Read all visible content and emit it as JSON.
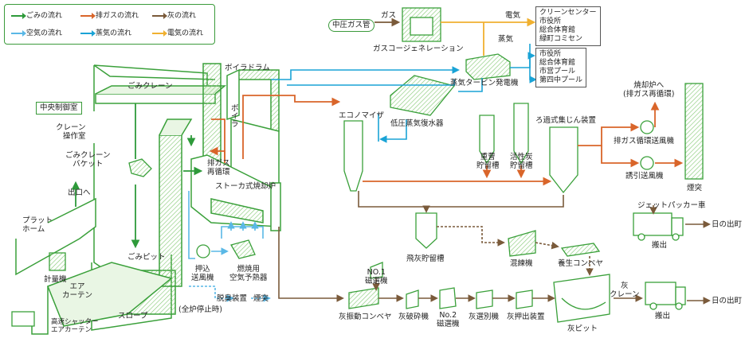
{
  "legend": {
    "waste": "ごみの流れ",
    "exhaust": "排ガスの流れ",
    "ash": "灰の流れ",
    "air": "空気の流れ",
    "steam": "蒸気の流れ",
    "electricity": "電気の流れ"
  },
  "colors": {
    "waste": "#2e9a3a",
    "exhaust": "#d9652a",
    "ash": "#7a5a3a",
    "air": "#5ab8e6",
    "steam": "#1aa3d6",
    "electricity": "#f0b030",
    "structure": "#3aa03a"
  },
  "plant": {
    "central_control": "中央制御室",
    "crane_room": "クレーン\n操作室",
    "waste_crane": "ごみクレーン",
    "crane_bucket": "ごみクレーン\nバケット",
    "exit": "出口へ",
    "platform": "プラット\nホーム",
    "scale": "計量機",
    "air_curtain": "エア\nカーテン",
    "waste_pit": "ごみピット",
    "shutter": "高速シャッター\nエアカーテン",
    "slope": "スロープ",
    "boiler_drum": "ボイラドラム",
    "boiler": "ボ\nイ\nラ",
    "exhaust_recirc": "排ガス\n再循環",
    "stoker": "ストーカ式焼却炉",
    "push_fan": "押込\n送風機",
    "air_preheater": "燃焼用\n空気予熱器",
    "deodorizer": "脱臭装置",
    "stack_out": "煙突",
    "full_stop": "(全炉停止時)",
    "gas_label": "ガス",
    "medium_gas": "中圧ガス管",
    "cogeneration": "ガスコージェネレーション",
    "electricity_label": "電気",
    "steam_label": "蒸気",
    "turbine": "蒸気タービン発電機",
    "condenser": "低圧蒸気復水器",
    "economizer": "エコノマイザ",
    "bag_filter": "ろ過式集じん装置",
    "soda_silo": "重曹\n貯留槽",
    "carbon_silo": "活性炭\n貯留槽",
    "to_incinerator": "焼却炉へ\n(排ガス再循環)",
    "recirc_fan": "排ガス循環送風機",
    "induced_fan": "誘引送風機",
    "chimney": "煙突",
    "fly_ash_silo": "飛灰貯留槽",
    "mixer": "混練機",
    "curing_conveyor": "養生コンベヤ",
    "jet_packer": "ジェットパッカー車",
    "carry_out_1": "搬出",
    "to_hinode_1": "日の出町",
    "ash_crane": "灰\nクレーン",
    "carry_out_2": "搬出",
    "to_hinode_2": "日の出町",
    "ash_conveyor": "灰振動コンベヤ",
    "no1_separator": "NO.1\n磁選機",
    "crusher": "灰破砕機",
    "no2_separator": "No.2\n磁選機",
    "sorter": "灰選別機",
    "pusher": "灰押出装置",
    "ash_pit": "灰ピット"
  },
  "destinations": {
    "elec": "クリーンセンター\n市役所\n総合体育館\n緑町コミセン",
    "steam": "市役所\n総合体育館\n市営プール\n第四中プール"
  }
}
